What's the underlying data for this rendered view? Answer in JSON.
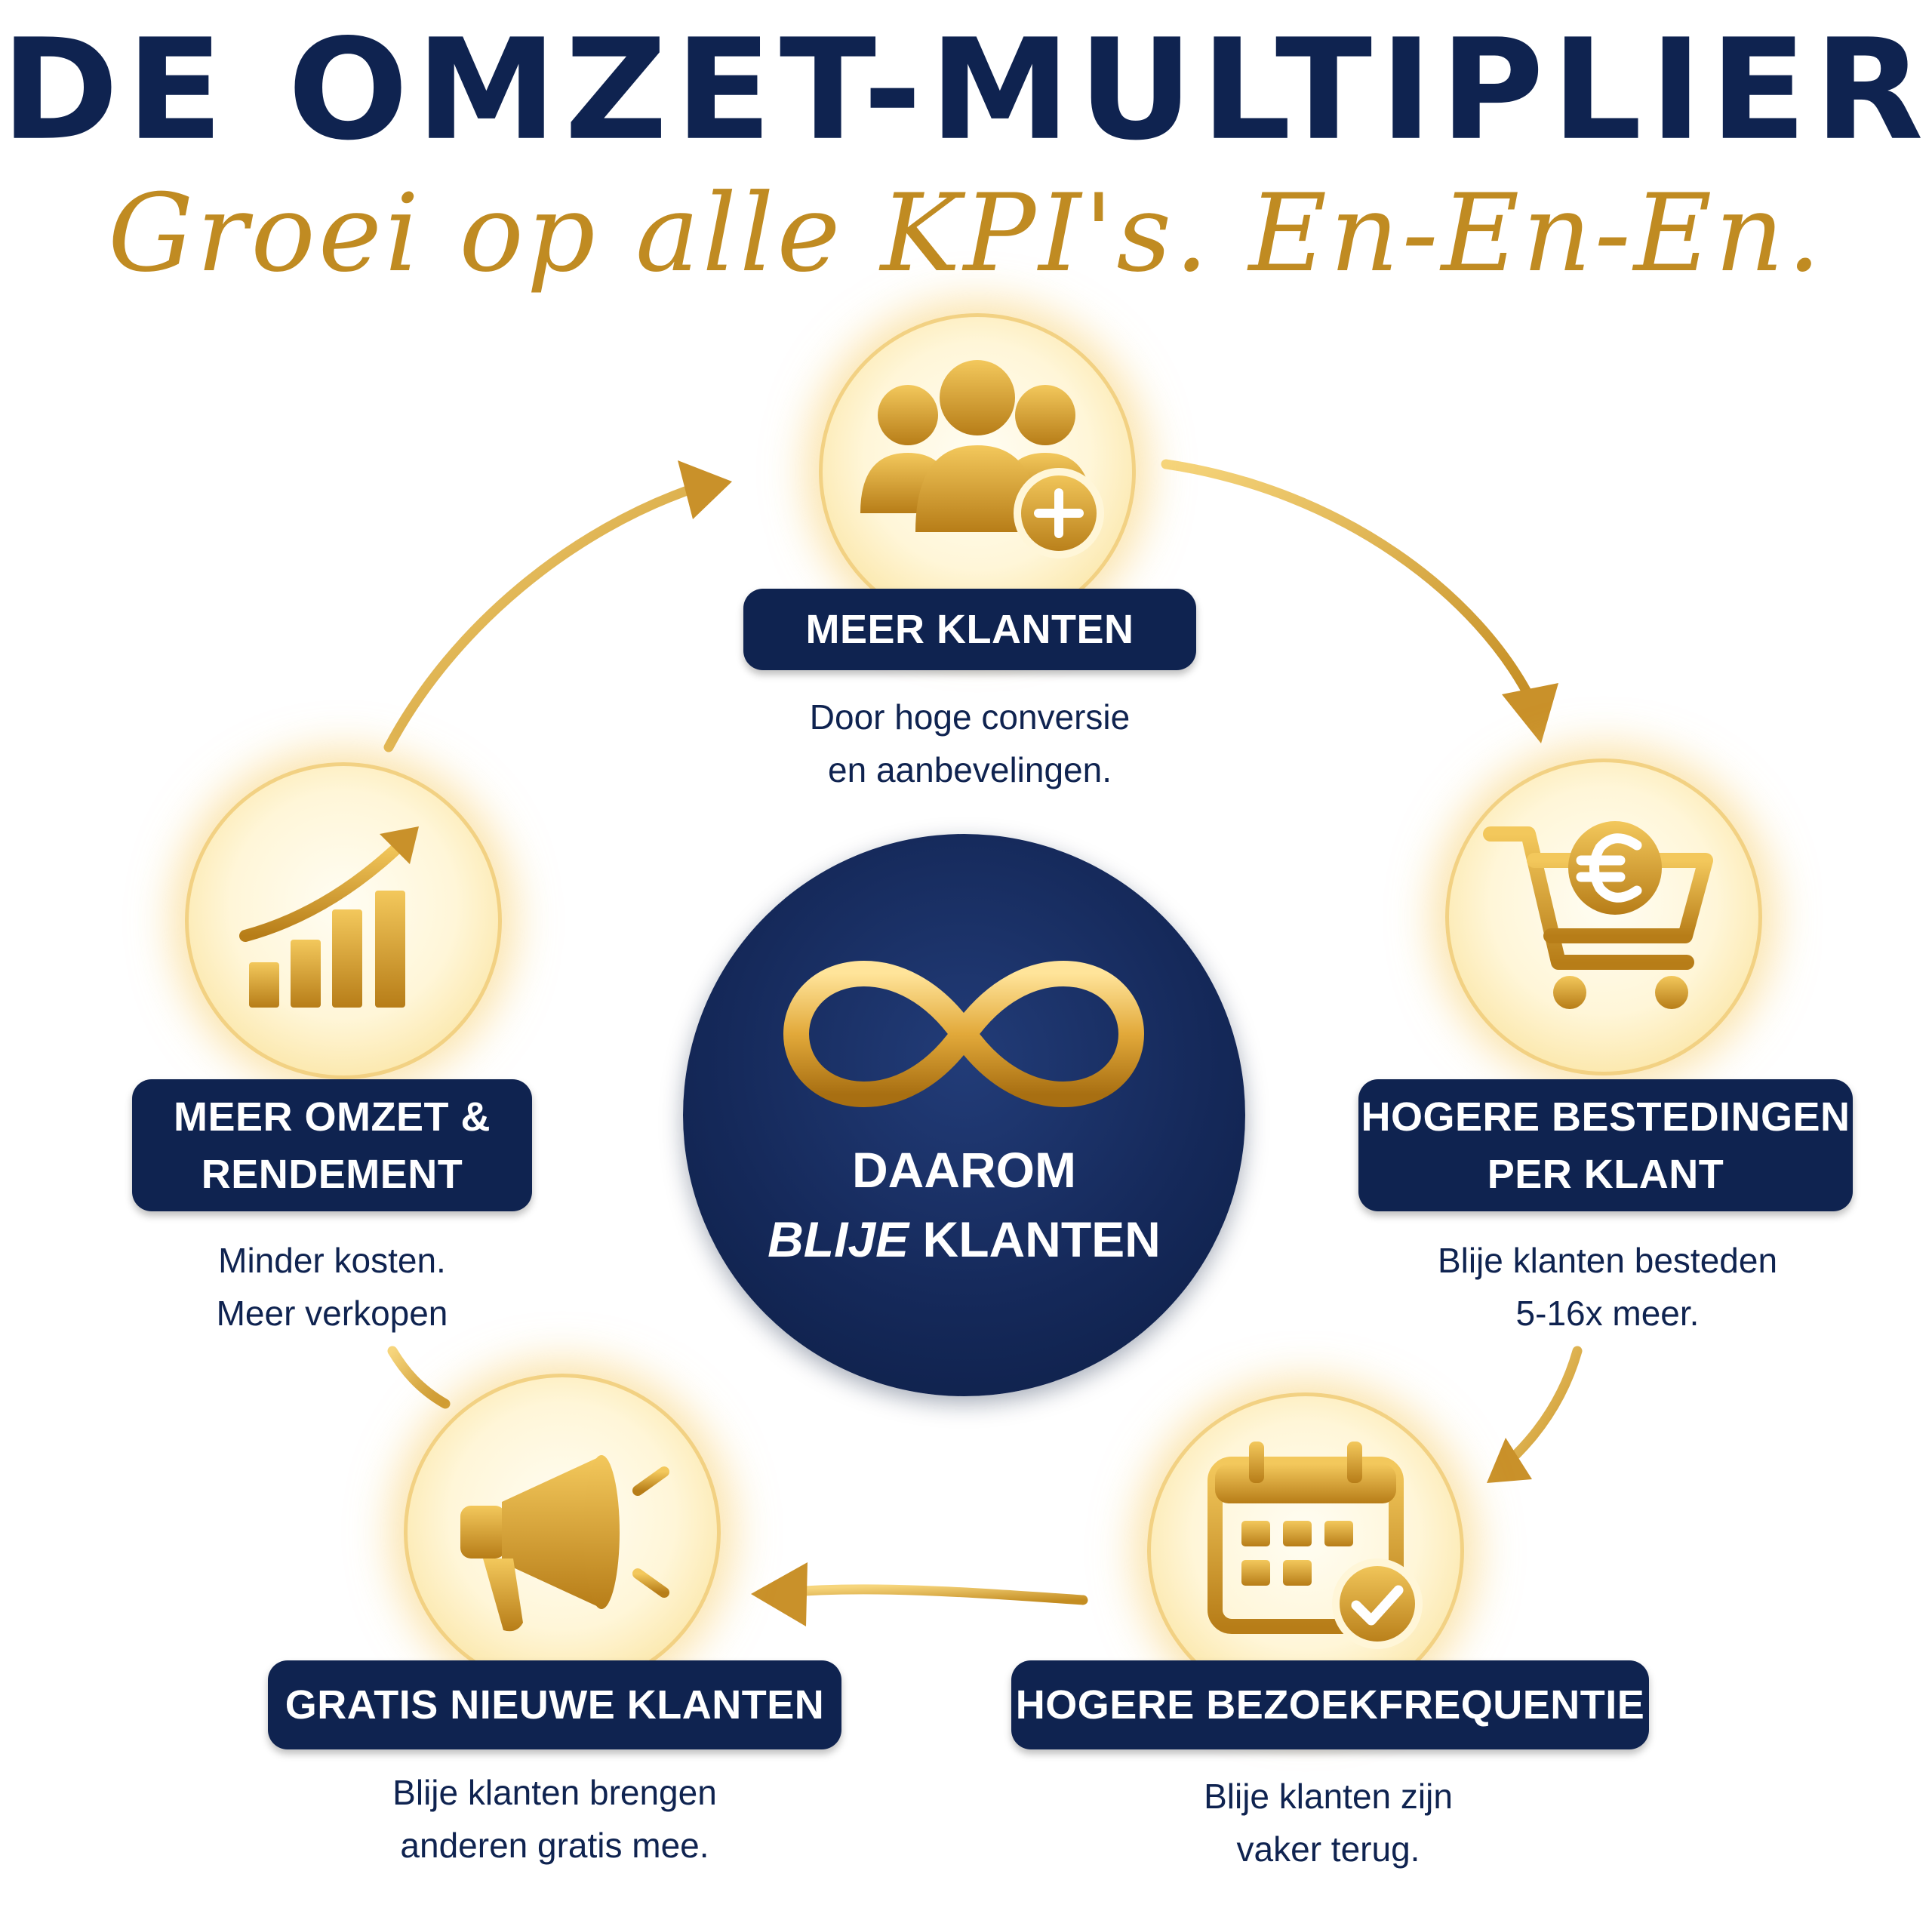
{
  "title": "DE OMZET-MULTIPLIER",
  "subtitle": "Groei op alle KPI's. En-En-En.",
  "colors": {
    "navy": "#0f2350",
    "gold": "#c08b22",
    "gold_light": "#f0c766"
  },
  "center": {
    "line1": "DAAROM",
    "line2_emphasis": "BLIJE",
    "line2_rest": "KLANTEN",
    "icon": "infinity-icon"
  },
  "nodes": {
    "meer_klanten": {
      "icon": "people-plus-icon",
      "label": [
        "MEER KLANTEN"
      ],
      "description": [
        "Door hoge conversie",
        "en aanbevelingen."
      ]
    },
    "hogere_bestedingen": {
      "icon": "euro-cart-icon",
      "label": [
        "HOGERE BESTEDINGEN",
        "PER KLANT"
      ],
      "description": [
        "Blije klanten besteden",
        "5-16x meer."
      ]
    },
    "hogere_bezoekfrequentie": {
      "icon": "calendar-check-icon",
      "label": [
        "HOGERE BEZOEKFREQUENTIE"
      ],
      "description": [
        "Blije klanten zijn",
        "vaker terug."
      ]
    },
    "gratis_nieuwe_klanten": {
      "icon": "megaphone-icon",
      "label": [
        "GRATIS NIEUWE KLANTEN"
      ],
      "description": [
        "Blije klanten brengen",
        "anderen gratis mee."
      ]
    },
    "meer_omzet": {
      "icon": "growth-chart-icon",
      "label": [
        "MEER OMZET &",
        "RENDEMENT"
      ],
      "description": [
        "Minder kosten.",
        "Meer verkopen"
      ]
    }
  }
}
